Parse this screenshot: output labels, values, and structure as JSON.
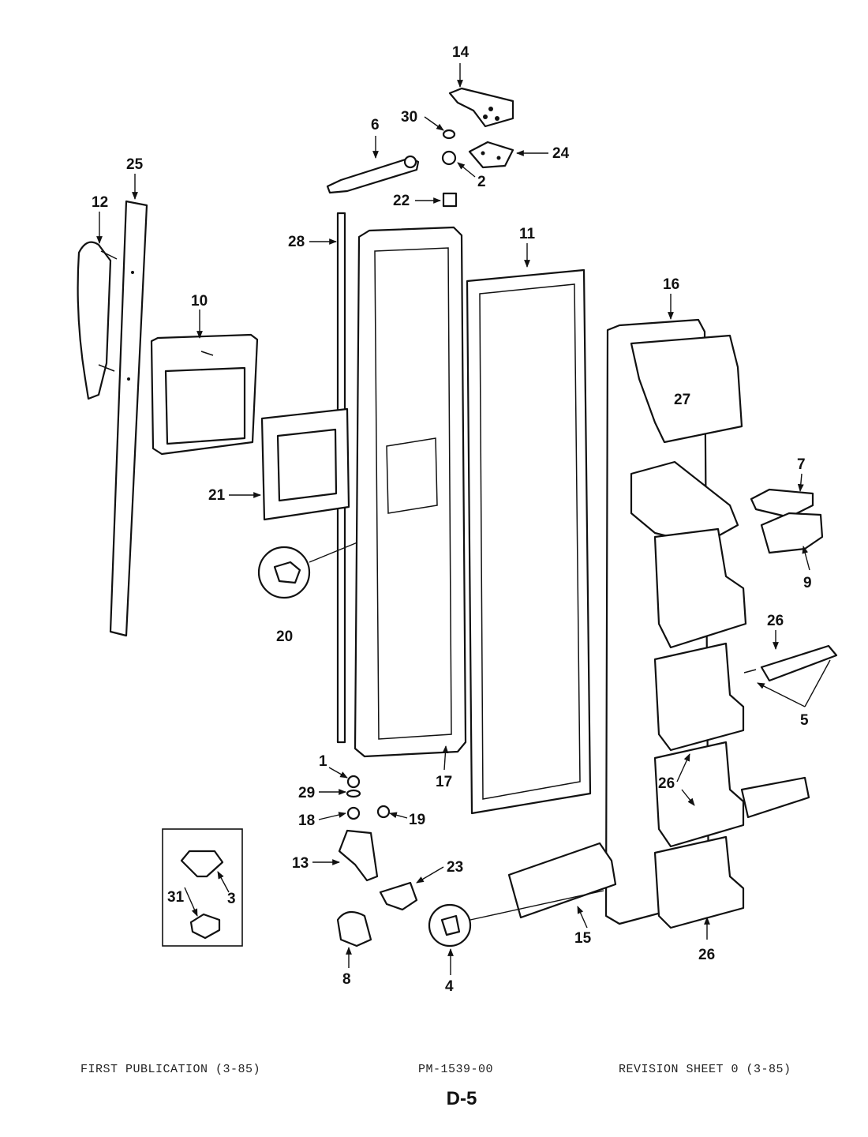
{
  "callouts": [
    "14",
    "30",
    "6",
    "24",
    "2",
    "25",
    "22",
    "12",
    "28",
    "11",
    "10",
    "16",
    "27",
    "7",
    "21",
    "9",
    "20",
    "26",
    "5",
    "1",
    "29",
    "17",
    "18",
    "19",
    "26",
    "13",
    "23",
    "3",
    "31",
    "15",
    "26",
    "8",
    "4"
  ],
  "footer": {
    "left": "FIRST PUBLICATION (3-85)",
    "center": "PM-1539-00",
    "right": "REVISION SHEET 0 (3-85)"
  },
  "page_number": "D-5"
}
